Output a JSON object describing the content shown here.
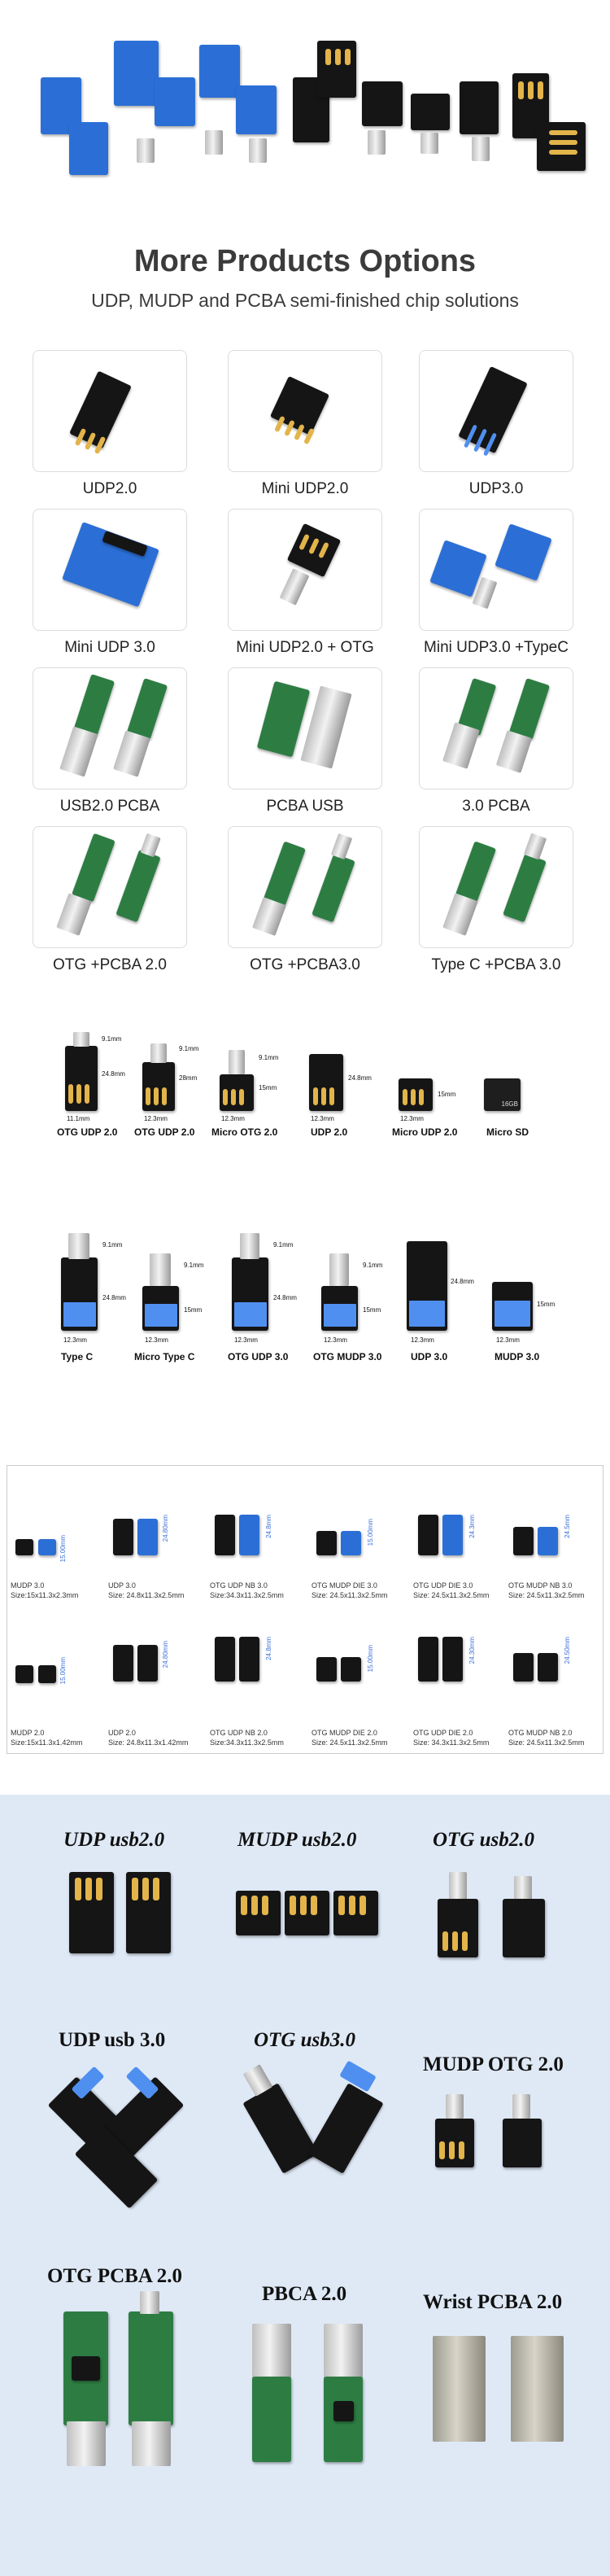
{
  "colors": {
    "accent_gold": "#e2b44a",
    "chip_black": "#151515",
    "chip_blue": "#2b6fd6",
    "pcb_green": "#2d7d43",
    "blue_bg": "#dfe9f6"
  },
  "section_more": {
    "title": "More Products Options",
    "subtitle": "UDP, MUDP and PCBA semi-finished chip solutions",
    "products": [
      {
        "label": "UDP2.0"
      },
      {
        "label": "Mini UDP2.0"
      },
      {
        "label": "UDP3.0"
      },
      {
        "label": "Mini UDP 3.0"
      },
      {
        "label": "Mini UDP2.0 + OTG"
      },
      {
        "label": "Mini UDP3.0 +TypeC"
      },
      {
        "label": "USB2.0 PCBA"
      },
      {
        "label": "PCBA USB"
      },
      {
        "label": "3.0 PCBA"
      },
      {
        "label": "OTG +PCBA 2.0"
      },
      {
        "label": "OTG +PCBA3.0"
      },
      {
        "label": "Type C +PCBA 3.0"
      }
    ]
  },
  "dims_row1": [
    {
      "label": "OTG  UDP 2.0",
      "w": "11.1mm",
      "h": "24.8mm",
      "t": "9.1mm"
    },
    {
      "label": "OTG  UDP 2.0",
      "w": "12.3mm",
      "h": "28mm",
      "t": "9.1mm"
    },
    {
      "label": "Micro OTG 2.0",
      "w": "12.3mm",
      "h": "15mm",
      "t": "9.1mm"
    },
    {
      "label": "UDP 2.0",
      "w": "12.3mm",
      "h": "24.8mm"
    },
    {
      "label": "Micro UDP 2.0",
      "w": "12.3mm",
      "h": "15mm"
    },
    {
      "label": "Micro SD",
      "card": "16GB"
    }
  ],
  "dims_row2": [
    {
      "label": "Type C",
      "w": "12.3mm",
      "h": "24.8mm",
      "t": "9.1mm"
    },
    {
      "label": "Micro Type C",
      "w": "12.3mm",
      "h": "15mm",
      "t": "9.1mm"
    },
    {
      "label": "OTG UDP 3.0",
      "w": "12.3mm",
      "h": "24.8mm",
      "t": "9.1mm"
    },
    {
      "label": "OTG MUDP 3.0",
      "w": "12.3mm",
      "h": "15mm",
      "t": "9.1mm"
    },
    {
      "label": "UDP 3.0",
      "w": "12.3mm",
      "h": "24.8mm"
    },
    {
      "label": "MUDP 3.0",
      "w": "12.3mm",
      "h": "15mm"
    }
  ],
  "spec_table": [
    {
      "name": "MUDP 3.0",
      "size": "Size:15x11.3x2.3mm",
      "dim": "15.00mm"
    },
    {
      "name": "UDP 3.0",
      "size": "Size: 24.8x11.3x2.5mm",
      "dim": "24.80mm"
    },
    {
      "name": "OTG UDP NB 3.0",
      "size": "Size:34.3x11.3x2.5mm",
      "dim": "24.8mm"
    },
    {
      "name": "OTG MUDP DIE 3.0",
      "size": "Size: 24.5x11.3x2.5mm",
      "dim": "15.00mm"
    },
    {
      "name": "OTG UDP DIE 3.0",
      "size": "Size: 24.5x11.3x2.5mm",
      "dim": "24.3mm"
    },
    {
      "name": "OTG MUDP NB 3.0",
      "size": "Size: 24.5x11.3x2.5mm",
      "dim": "24.5mm"
    },
    {
      "name": "MUDP 2.0",
      "size": "Size:15x11.3x1.42mm",
      "dim": "15.00mm"
    },
    {
      "name": "UDP 2.0",
      "size": "Size: 24.8x11.3x1.42mm",
      "dim": "24.80mm"
    },
    {
      "name": "OTG UDP NB 2.0",
      "size": "Size:34.3x11.3x2.5mm",
      "dim": "24.8mm"
    },
    {
      "name": "OTG MUDP DIE 2.0",
      "size": "Size: 24.5x11.3x2.5mm",
      "dim": "15.00mm"
    },
    {
      "name": "OTG UDP DIE 2.0",
      "size": "Size: 34.3x11.3x2.5mm",
      "dim": "24.30mm"
    },
    {
      "name": "OTG MUDP NB 2.0",
      "size": "Size: 24.5x11.3x2.5mm",
      "dim": "24.50mm"
    }
  ],
  "blue_section": [
    {
      "title": "UDP usb2.0",
      "italic": true
    },
    {
      "title": "MUDP usb2.0",
      "italic": true
    },
    {
      "title": "OTG usb2.0",
      "italic": true
    },
    {
      "title": "UDP usb 3.0",
      "italic": false
    },
    {
      "title": "OTG usb3.0",
      "italic": true
    },
    {
      "title": "MUDP OTG 2.0",
      "italic": false
    },
    {
      "title": "OTG PCBA 2.0",
      "italic": false
    },
    {
      "title": "PBCA 2.0",
      "italic": false
    },
    {
      "title": "Wrist PCBA 2.0",
      "italic": false
    }
  ]
}
